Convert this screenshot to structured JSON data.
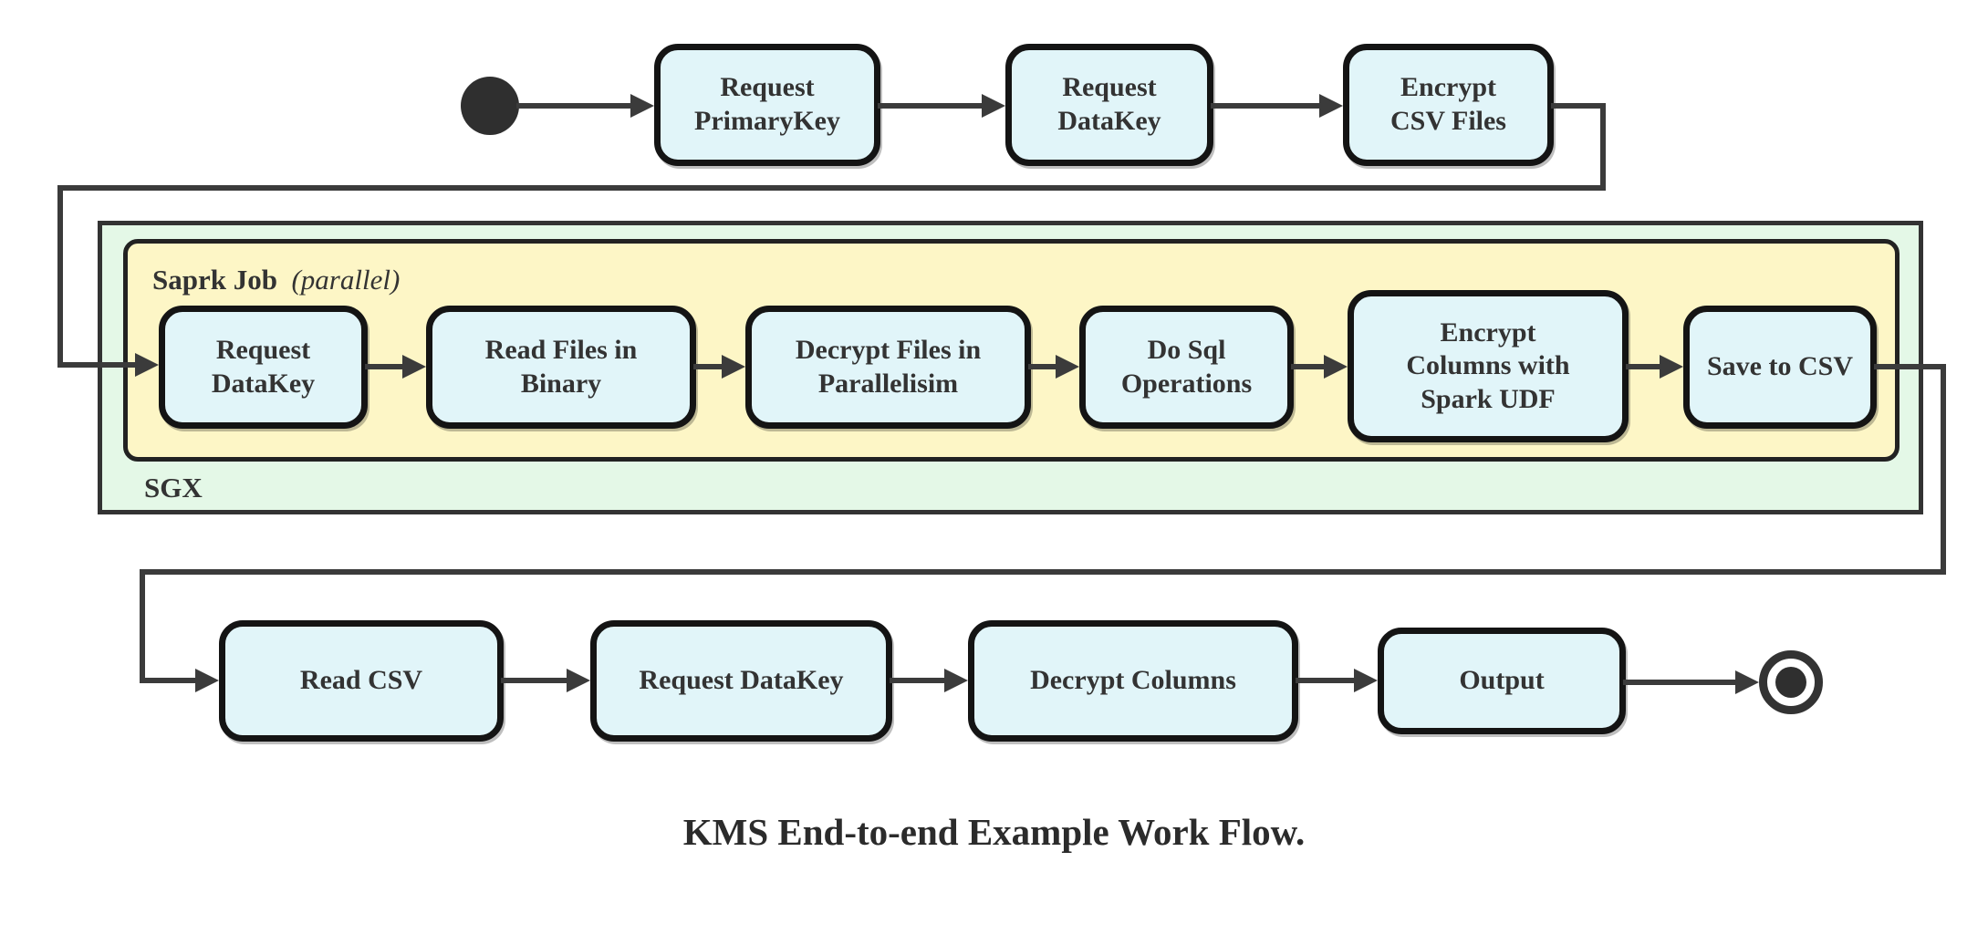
{
  "diagram": {
    "caption": "KMS End-to-end Example Work Flow.",
    "containers": {
      "sgx": {
        "label": "SGX"
      },
      "spark_job": {
        "label_bold": "Saprk Job",
        "label_italic": "(parallel)"
      }
    },
    "nodes": [
      {
        "id": "start",
        "type": "start",
        "label": ""
      },
      {
        "id": "req-primarykey",
        "type": "action",
        "label": "Request\nPrimaryKey"
      },
      {
        "id": "req-datakey-1",
        "type": "action",
        "label": "Request\nDataKey"
      },
      {
        "id": "encrypt-csv-files",
        "type": "action",
        "label": "Encrypt\nCSV Files"
      },
      {
        "id": "req-datakey-2",
        "type": "action",
        "label": "Request\nDataKey"
      },
      {
        "id": "read-files-binary",
        "type": "action",
        "label": "Read Files in\nBinary"
      },
      {
        "id": "decrypt-files-parallel",
        "type": "action",
        "label": "Decrypt Files in\nParallelisim"
      },
      {
        "id": "do-sql-operations",
        "type": "action",
        "label": "Do Sql\nOperations"
      },
      {
        "id": "encrypt-columns-udf",
        "type": "action",
        "label": "Encrypt\nColumns with\nSpark UDF"
      },
      {
        "id": "save-to-csv",
        "type": "action",
        "label": "Save to CSV"
      },
      {
        "id": "read-csv",
        "type": "action",
        "label": "Read CSV"
      },
      {
        "id": "req-datakey-3",
        "type": "action",
        "label": "Request DataKey"
      },
      {
        "id": "decrypt-columns",
        "type": "action",
        "label": "Decrypt Columns"
      },
      {
        "id": "output",
        "type": "action",
        "label": "Output"
      },
      {
        "id": "end",
        "type": "end",
        "label": ""
      }
    ],
    "edges": [
      [
        "start",
        "req-primarykey"
      ],
      [
        "req-primarykey",
        "req-datakey-1"
      ],
      [
        "req-datakey-1",
        "encrypt-csv-files"
      ],
      [
        "encrypt-csv-files",
        "req-datakey-2"
      ],
      [
        "req-datakey-2",
        "read-files-binary"
      ],
      [
        "read-files-binary",
        "decrypt-files-parallel"
      ],
      [
        "decrypt-files-parallel",
        "do-sql-operations"
      ],
      [
        "do-sql-operations",
        "encrypt-columns-udf"
      ],
      [
        "encrypt-columns-udf",
        "save-to-csv"
      ],
      [
        "save-to-csv",
        "read-csv"
      ],
      [
        "read-csv",
        "req-datakey-3"
      ],
      [
        "req-datakey-3",
        "decrypt-columns"
      ],
      [
        "decrypt-columns",
        "output"
      ],
      [
        "output",
        "end"
      ]
    ]
  },
  "colors": {
    "node_fill": "#e1f5f9",
    "node_border": "#141414",
    "yellow_fill": "#fdf6c6",
    "green_fill": "#e4f8e7",
    "container_border": "#333333",
    "line": "#3b3b3b",
    "text": "#333333"
  }
}
